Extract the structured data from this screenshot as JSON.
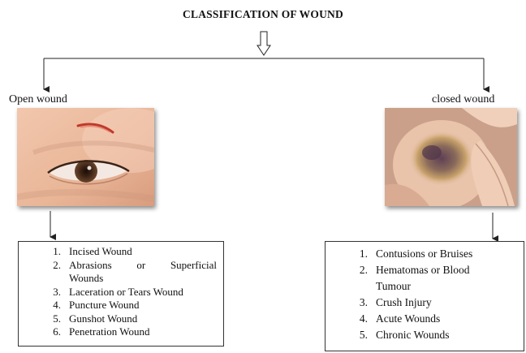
{
  "title": "CLASSIFICATION OF WOUND",
  "left": {
    "label": "Open wound",
    "items": [
      {
        "num": "1.",
        "text": "Incised Wound"
      },
      {
        "num": "2.",
        "text_line1": "Abrasions or Superficial",
        "text_line2": "Wounds"
      },
      {
        "num": "3.",
        "text": "Laceration or Tears Wound"
      },
      {
        "num": "4.",
        "text": "Puncture Wound"
      },
      {
        "num": "5.",
        "text": "Gunshot Wound"
      },
      {
        "num": "6.",
        "text": "Penetration Wound"
      }
    ]
  },
  "right": {
    "label": "closed wound",
    "items": [
      {
        "num": "1.",
        "text": "Contusions or Bruises"
      },
      {
        "num": "2.",
        "text_line1": "Hematomas or Blood",
        "text_line2": "Tumour"
      },
      {
        "num": "3.",
        "text": "Crush Injury"
      },
      {
        "num": "4.",
        "text": "Acute Wounds"
      },
      {
        "num": "5.",
        "text": "Chronic Wounds"
      }
    ]
  },
  "colors": {
    "line": "#222222",
    "skin": "#e8b89a",
    "bruise": "#7a5a6a"
  }
}
